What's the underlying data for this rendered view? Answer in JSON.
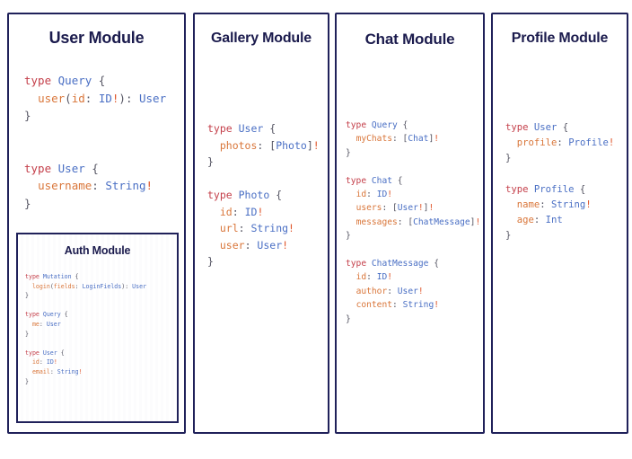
{
  "canvas": {
    "background": "#ffffff",
    "border_color": "#20215a",
    "title_color": "#1b1b4d"
  },
  "syntax_colors": {
    "keyword": "#c43f4a",
    "type_name": "#4a6fc4",
    "field_name": "#d9763a",
    "punctuation": "#555563",
    "non_null_bang": "#e0562b"
  },
  "panels": [
    {
      "id": "user",
      "title": "User Module",
      "code_lines": [
        [
          {
            "t": "type ",
            "c": "kw"
          },
          {
            "t": "Query",
            "c": "type"
          },
          {
            "t": " {",
            "c": "punc"
          }
        ],
        [
          {
            "t": "  ",
            "c": "punc"
          },
          {
            "t": "user",
            "c": "field"
          },
          {
            "t": "(",
            "c": "punc"
          },
          {
            "t": "id",
            "c": "field"
          },
          {
            "t": ": ",
            "c": "punc"
          },
          {
            "t": "ID",
            "c": "type"
          },
          {
            "t": "!",
            "c": "bang"
          },
          {
            "t": "): ",
            "c": "punc"
          },
          {
            "t": "User",
            "c": "type"
          }
        ],
        [
          {
            "t": "}",
            "c": "punc"
          }
        ],
        [
          {
            "t": "",
            "c": "punc"
          }
        ],
        [
          {
            "t": "",
            "c": "punc"
          }
        ],
        [
          {
            "t": "type ",
            "c": "kw"
          },
          {
            "t": "User",
            "c": "type"
          },
          {
            "t": " {",
            "c": "punc"
          }
        ],
        [
          {
            "t": "  ",
            "c": "punc"
          },
          {
            "t": "username",
            "c": "field"
          },
          {
            "t": ": ",
            "c": "punc"
          },
          {
            "t": "String",
            "c": "type"
          },
          {
            "t": "!",
            "c": "bang"
          }
        ],
        [
          {
            "t": "}",
            "c": "punc"
          }
        ]
      ]
    },
    {
      "id": "auth",
      "title": "Auth Module",
      "nested_in": "user",
      "code_lines": [
        [
          {
            "t": "type ",
            "c": "kw"
          },
          {
            "t": "Mutation",
            "c": "type"
          },
          {
            "t": " {",
            "c": "punc"
          }
        ],
        [
          {
            "t": "  ",
            "c": "punc"
          },
          {
            "t": "login",
            "c": "field"
          },
          {
            "t": "(",
            "c": "punc"
          },
          {
            "t": "fields",
            "c": "field"
          },
          {
            "t": ": ",
            "c": "punc"
          },
          {
            "t": "LoginFields",
            "c": "type"
          },
          {
            "t": "): ",
            "c": "punc"
          },
          {
            "t": "User",
            "c": "type"
          }
        ],
        [
          {
            "t": "}",
            "c": "punc"
          }
        ],
        [
          {
            "t": "",
            "c": "punc"
          }
        ],
        [
          {
            "t": "type ",
            "c": "kw"
          },
          {
            "t": "Query",
            "c": "type"
          },
          {
            "t": " {",
            "c": "punc"
          }
        ],
        [
          {
            "t": "  ",
            "c": "punc"
          },
          {
            "t": "me",
            "c": "field"
          },
          {
            "t": ": ",
            "c": "punc"
          },
          {
            "t": "User",
            "c": "type"
          }
        ],
        [
          {
            "t": "}",
            "c": "punc"
          }
        ],
        [
          {
            "t": "",
            "c": "punc"
          }
        ],
        [
          {
            "t": "type ",
            "c": "kw"
          },
          {
            "t": "User",
            "c": "type"
          },
          {
            "t": " {",
            "c": "punc"
          }
        ],
        [
          {
            "t": "  ",
            "c": "punc"
          },
          {
            "t": "id",
            "c": "field"
          },
          {
            "t": ": ",
            "c": "punc"
          },
          {
            "t": "ID",
            "c": "type"
          },
          {
            "t": "!",
            "c": "bang"
          }
        ],
        [
          {
            "t": "  ",
            "c": "punc"
          },
          {
            "t": "email",
            "c": "field"
          },
          {
            "t": ": ",
            "c": "punc"
          },
          {
            "t": "String",
            "c": "type"
          },
          {
            "t": "!",
            "c": "bang"
          }
        ],
        [
          {
            "t": "}",
            "c": "punc"
          }
        ]
      ]
    },
    {
      "id": "gallery",
      "title": "Gallery Module",
      "code_lines": [
        [
          {
            "t": "type ",
            "c": "kw"
          },
          {
            "t": "User",
            "c": "type"
          },
          {
            "t": " {",
            "c": "punc"
          }
        ],
        [
          {
            "t": "  ",
            "c": "punc"
          },
          {
            "t": "photos",
            "c": "field"
          },
          {
            "t": ": [",
            "c": "punc"
          },
          {
            "t": "Photo",
            "c": "type"
          },
          {
            "t": "]",
            "c": "punc"
          },
          {
            "t": "!",
            "c": "bang"
          }
        ],
        [
          {
            "t": "}",
            "c": "punc"
          }
        ],
        [
          {
            "t": "",
            "c": "punc"
          }
        ],
        [
          {
            "t": "type ",
            "c": "kw"
          },
          {
            "t": "Photo",
            "c": "type"
          },
          {
            "t": " {",
            "c": "punc"
          }
        ],
        [
          {
            "t": "  ",
            "c": "punc"
          },
          {
            "t": "id",
            "c": "field"
          },
          {
            "t": ": ",
            "c": "punc"
          },
          {
            "t": "ID",
            "c": "type"
          },
          {
            "t": "!",
            "c": "bang"
          }
        ],
        [
          {
            "t": "  ",
            "c": "punc"
          },
          {
            "t": "url",
            "c": "field"
          },
          {
            "t": ": ",
            "c": "punc"
          },
          {
            "t": "String",
            "c": "type"
          },
          {
            "t": "!",
            "c": "bang"
          }
        ],
        [
          {
            "t": "  ",
            "c": "punc"
          },
          {
            "t": "user",
            "c": "field"
          },
          {
            "t": ": ",
            "c": "punc"
          },
          {
            "t": "User",
            "c": "type"
          },
          {
            "t": "!",
            "c": "bang"
          }
        ],
        [
          {
            "t": "}",
            "c": "punc"
          }
        ]
      ]
    },
    {
      "id": "chat",
      "title": "Chat Module",
      "code_lines": [
        [
          {
            "t": "type ",
            "c": "kw"
          },
          {
            "t": "Query",
            "c": "type"
          },
          {
            "t": " {",
            "c": "punc"
          }
        ],
        [
          {
            "t": "  ",
            "c": "punc"
          },
          {
            "t": "myChats",
            "c": "field"
          },
          {
            "t": ": [",
            "c": "punc"
          },
          {
            "t": "Chat",
            "c": "type"
          },
          {
            "t": "]",
            "c": "punc"
          },
          {
            "t": "!",
            "c": "bang"
          }
        ],
        [
          {
            "t": "}",
            "c": "punc"
          }
        ],
        [
          {
            "t": "",
            "c": "punc"
          }
        ],
        [
          {
            "t": "type ",
            "c": "kw"
          },
          {
            "t": "Chat",
            "c": "type"
          },
          {
            "t": " {",
            "c": "punc"
          }
        ],
        [
          {
            "t": "  ",
            "c": "punc"
          },
          {
            "t": "id",
            "c": "field"
          },
          {
            "t": ": ",
            "c": "punc"
          },
          {
            "t": "ID",
            "c": "type"
          },
          {
            "t": "!",
            "c": "bang"
          }
        ],
        [
          {
            "t": "  ",
            "c": "punc"
          },
          {
            "t": "users",
            "c": "field"
          },
          {
            "t": ": [",
            "c": "punc"
          },
          {
            "t": "User",
            "c": "type"
          },
          {
            "t": "!",
            "c": "bang"
          },
          {
            "t": "]",
            "c": "punc"
          },
          {
            "t": "!",
            "c": "bang"
          }
        ],
        [
          {
            "t": "  ",
            "c": "punc"
          },
          {
            "t": "messages",
            "c": "field"
          },
          {
            "t": ": [",
            "c": "punc"
          },
          {
            "t": "ChatMessage",
            "c": "type"
          },
          {
            "t": "]",
            "c": "punc"
          },
          {
            "t": "!",
            "c": "bang"
          }
        ],
        [
          {
            "t": "}",
            "c": "punc"
          }
        ],
        [
          {
            "t": "",
            "c": "punc"
          }
        ],
        [
          {
            "t": "type ",
            "c": "kw"
          },
          {
            "t": "ChatMessage",
            "c": "type"
          },
          {
            "t": " {",
            "c": "punc"
          }
        ],
        [
          {
            "t": "  ",
            "c": "punc"
          },
          {
            "t": "id",
            "c": "field"
          },
          {
            "t": ": ",
            "c": "punc"
          },
          {
            "t": "ID",
            "c": "type"
          },
          {
            "t": "!",
            "c": "bang"
          }
        ],
        [
          {
            "t": "  ",
            "c": "punc"
          },
          {
            "t": "author",
            "c": "field"
          },
          {
            "t": ": ",
            "c": "punc"
          },
          {
            "t": "User",
            "c": "type"
          },
          {
            "t": "!",
            "c": "bang"
          }
        ],
        [
          {
            "t": "  ",
            "c": "punc"
          },
          {
            "t": "content",
            "c": "field"
          },
          {
            "t": ": ",
            "c": "punc"
          },
          {
            "t": "String",
            "c": "type"
          },
          {
            "t": "!",
            "c": "bang"
          }
        ],
        [
          {
            "t": "}",
            "c": "punc"
          }
        ]
      ]
    },
    {
      "id": "profile",
      "title": "Profile Module",
      "code_lines": [
        [
          {
            "t": "type ",
            "c": "kw"
          },
          {
            "t": "User",
            "c": "type"
          },
          {
            "t": " {",
            "c": "punc"
          }
        ],
        [
          {
            "t": "  ",
            "c": "punc"
          },
          {
            "t": "profile",
            "c": "field"
          },
          {
            "t": ": ",
            "c": "punc"
          },
          {
            "t": "Profile",
            "c": "type"
          },
          {
            "t": "!",
            "c": "bang"
          }
        ],
        [
          {
            "t": "}",
            "c": "punc"
          }
        ],
        [
          {
            "t": "",
            "c": "punc"
          }
        ],
        [
          {
            "t": "type ",
            "c": "kw"
          },
          {
            "t": "Profile",
            "c": "type"
          },
          {
            "t": " {",
            "c": "punc"
          }
        ],
        [
          {
            "t": "  ",
            "c": "punc"
          },
          {
            "t": "name",
            "c": "field"
          },
          {
            "t": ": ",
            "c": "punc"
          },
          {
            "t": "String",
            "c": "type"
          },
          {
            "t": "!",
            "c": "bang"
          }
        ],
        [
          {
            "t": "  ",
            "c": "punc"
          },
          {
            "t": "age",
            "c": "field"
          },
          {
            "t": ": ",
            "c": "punc"
          },
          {
            "t": "Int",
            "c": "type"
          }
        ],
        [
          {
            "t": "}",
            "c": "punc"
          }
        ]
      ]
    }
  ]
}
